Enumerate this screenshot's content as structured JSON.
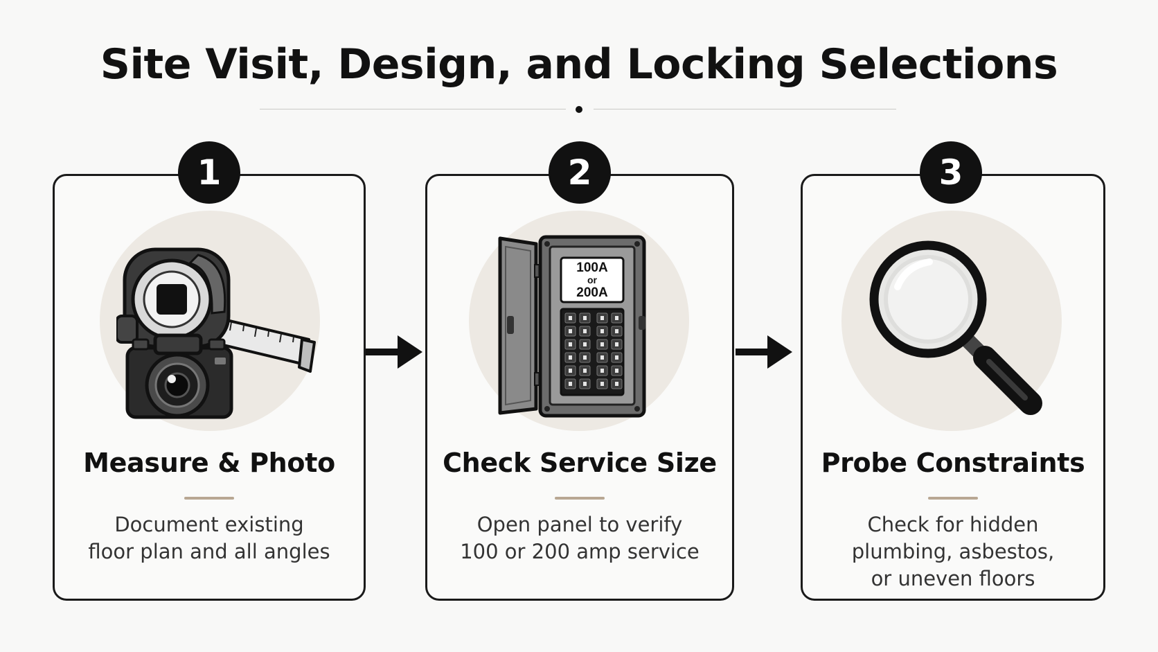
{
  "title": "Site Visit, Design, and Locking Selections",
  "steps": [
    {
      "number": "1",
      "title": "Measure & Photo",
      "description": "Document existing\nfloor plan and all angles",
      "icons": [
        "tape-measure-icon",
        "camera-icon"
      ]
    },
    {
      "number": "2",
      "title": "Check Service Size",
      "description": "Open panel to verify\n100 or 200 amp service",
      "icons": [
        "electrical-panel-icon"
      ],
      "panel_label": [
        "100A",
        "or",
        "200A"
      ]
    },
    {
      "number": "3",
      "title": "Probe Constraints",
      "description": "Check for hidden\nplumbing, asbestos,\nor uneven floors",
      "icons": [
        "magnifying-glass-icon"
      ]
    }
  ],
  "colors": {
    "background": "#f8f8f7",
    "ink": "#111111",
    "accent_rule": "#b8a793",
    "icon_circle": "#ede9e3"
  }
}
